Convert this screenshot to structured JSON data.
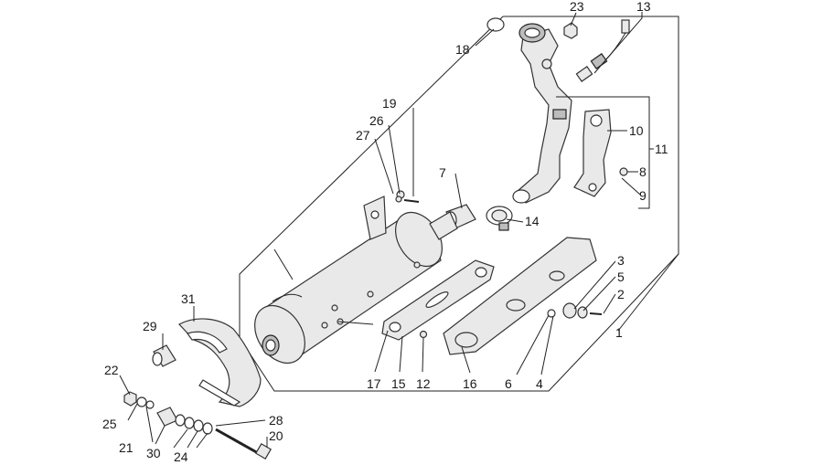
{
  "diagram": {
    "callouts": [
      {
        "id": "c1",
        "text": "1"
      },
      {
        "id": "c2",
        "text": "2"
      },
      {
        "id": "c3",
        "text": "3"
      },
      {
        "id": "c4",
        "text": "4"
      },
      {
        "id": "c5",
        "text": "5"
      },
      {
        "id": "c6",
        "text": "6"
      },
      {
        "id": "c7",
        "text": "7"
      },
      {
        "id": "c8",
        "text": "8"
      },
      {
        "id": "c9",
        "text": "9"
      },
      {
        "id": "c10",
        "text": "10"
      },
      {
        "id": "c11",
        "text": "11"
      },
      {
        "id": "c12",
        "text": "12"
      },
      {
        "id": "c13",
        "text": "13"
      },
      {
        "id": "c14",
        "text": "14"
      },
      {
        "id": "c15",
        "text": "15"
      },
      {
        "id": "c16",
        "text": "16"
      },
      {
        "id": "c17",
        "text": "17"
      },
      {
        "id": "c18",
        "text": "18"
      },
      {
        "id": "c19",
        "text": "19"
      },
      {
        "id": "c20",
        "text": "20"
      },
      {
        "id": "c21",
        "text": "21"
      },
      {
        "id": "c22",
        "text": "22"
      },
      {
        "id": "c23",
        "text": "23"
      },
      {
        "id": "c24",
        "text": "24"
      },
      {
        "id": "c25",
        "text": "25"
      },
      {
        "id": "c26",
        "text": "26"
      },
      {
        "id": "c27",
        "text": "27"
      },
      {
        "id": "c28",
        "text": "28"
      },
      {
        "id": "c29",
        "text": "29"
      },
      {
        "id": "c30",
        "text": "30"
      },
      {
        "id": "c31",
        "text": "31"
      }
    ]
  }
}
